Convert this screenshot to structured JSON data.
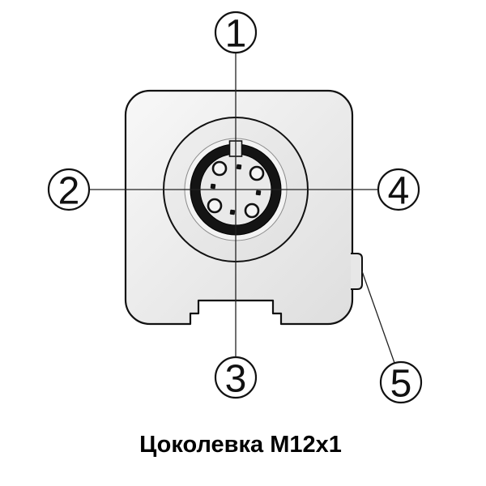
{
  "caption": "Цоколевка M12x1",
  "connector": {
    "thread": "M12x1",
    "pins_shown": 4,
    "key_notch_at_top": true,
    "side_tab_shown": true
  },
  "callouts": [
    {
      "label": "1",
      "position": "top"
    },
    {
      "label": "2",
      "position": "left"
    },
    {
      "label": "3",
      "position": "bottom"
    },
    {
      "label": "4",
      "position": "right"
    },
    {
      "label": "5",
      "position": "bottom-right",
      "points_to": "side-tab"
    }
  ],
  "colors": {
    "background": "#ffffff",
    "outline": "#111111",
    "body_fill_light": "#f7f7f7",
    "body_fill_dark": "#e0e0e0",
    "outer_face_fill": "#e9e9e9",
    "chamfer_fill": "#f3f3f3",
    "coupling_ring_fill": "#141414",
    "socket_face_fill": "#e9e9e9",
    "pin_fill": "#f4f4f4",
    "leader_line": "#222222"
  }
}
